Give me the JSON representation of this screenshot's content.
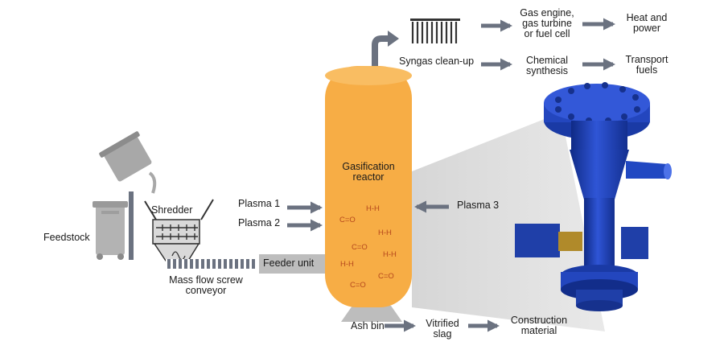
{
  "diagram": {
    "feedstock": "Feedstock",
    "shredder": "Shredder",
    "conveyor": [
      "Mass flow screw",
      "conveyor"
    ],
    "feeder_unit": "Feeder unit",
    "plasma_1": "Plasma 1",
    "plasma_2": "Plasma 2",
    "plasma_3": "Plasma 3",
    "reactor": [
      "Gasification",
      "reactor"
    ],
    "ash_bin": "Ash bin",
    "vitrified_slag": [
      "Vitrified",
      "slag"
    ],
    "construction_material": [
      "Construction",
      "material"
    ],
    "syngas_cleanup": "Syngas clean-up",
    "gas_engine": [
      "Gas engine,",
      "gas turbine",
      "or fuel cell"
    ],
    "chemical_synthesis": [
      "Chemical",
      "synthesis"
    ],
    "heat_power": [
      "Heat and",
      "power"
    ],
    "transport_fuels": [
      "Transport",
      "fuels"
    ],
    "molecules": [
      "H-H",
      "C=O",
      "H-H",
      "C=O",
      "H-H",
      "H-H",
      "C=O",
      "C=O"
    ],
    "colors": {
      "reactor": "#f7ad45",
      "arrow": "#6b7280",
      "feeder": "#bdbdbd",
      "molecule": "#b5471c",
      "reactor_blue": "#1f3fa8"
    }
  }
}
